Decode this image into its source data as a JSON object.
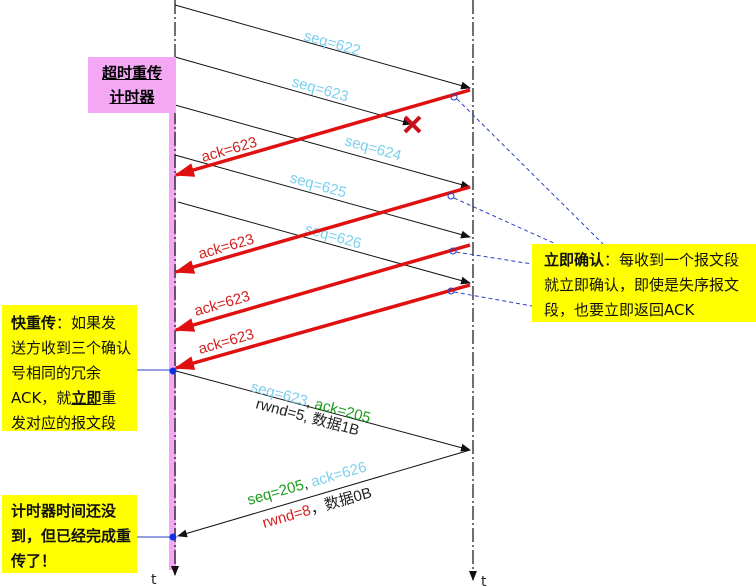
{
  "timer_box": {
    "line1": "超时重传",
    "line2": "计时器"
  },
  "segments": [
    {
      "label": "seq=622"
    },
    {
      "label": "seq=623"
    },
    {
      "label": "seq=624"
    },
    {
      "label": "seq=625"
    },
    {
      "label": "seq=626"
    }
  ],
  "acks": [
    "ack=623",
    "ack=623",
    "ack=623",
    "ack=623"
  ],
  "retransmit": {
    "seq": "seq=623",
    "comma": ",",
    "ack": "ack=205",
    "line2": "rwnd=5, 数据1B"
  },
  "reply": {
    "seq": "seq=205",
    "comma": ",",
    "ack": "ack=626",
    "rwnd": "rwnd=8",
    "rest": "，数据0B"
  },
  "time_axis_left": "t",
  "time_axis_right": "t",
  "notes": {
    "immediate_ack": {
      "title": "立即确认",
      "body": "：每收到一个报文段就立即确认，即使是失序报文段，也要立即返回ACK"
    },
    "fast_retransmit": {
      "title": "快重传",
      "body1": "：如果发送方收到三个确认号相同的冗余ACK，就",
      "emph": "立即",
      "body2": "重发对应的报文段"
    },
    "timer_note": {
      "text": "计时器时间还没到，但已经完成重传了！"
    }
  },
  "colors": {
    "seq": "#7ccfee",
    "ack": "#d42020",
    "green": "#1a9a1a",
    "note_bg": "#ffff00",
    "timer_bg": "#f4a8f4",
    "leader": "#2a3fc8"
  }
}
